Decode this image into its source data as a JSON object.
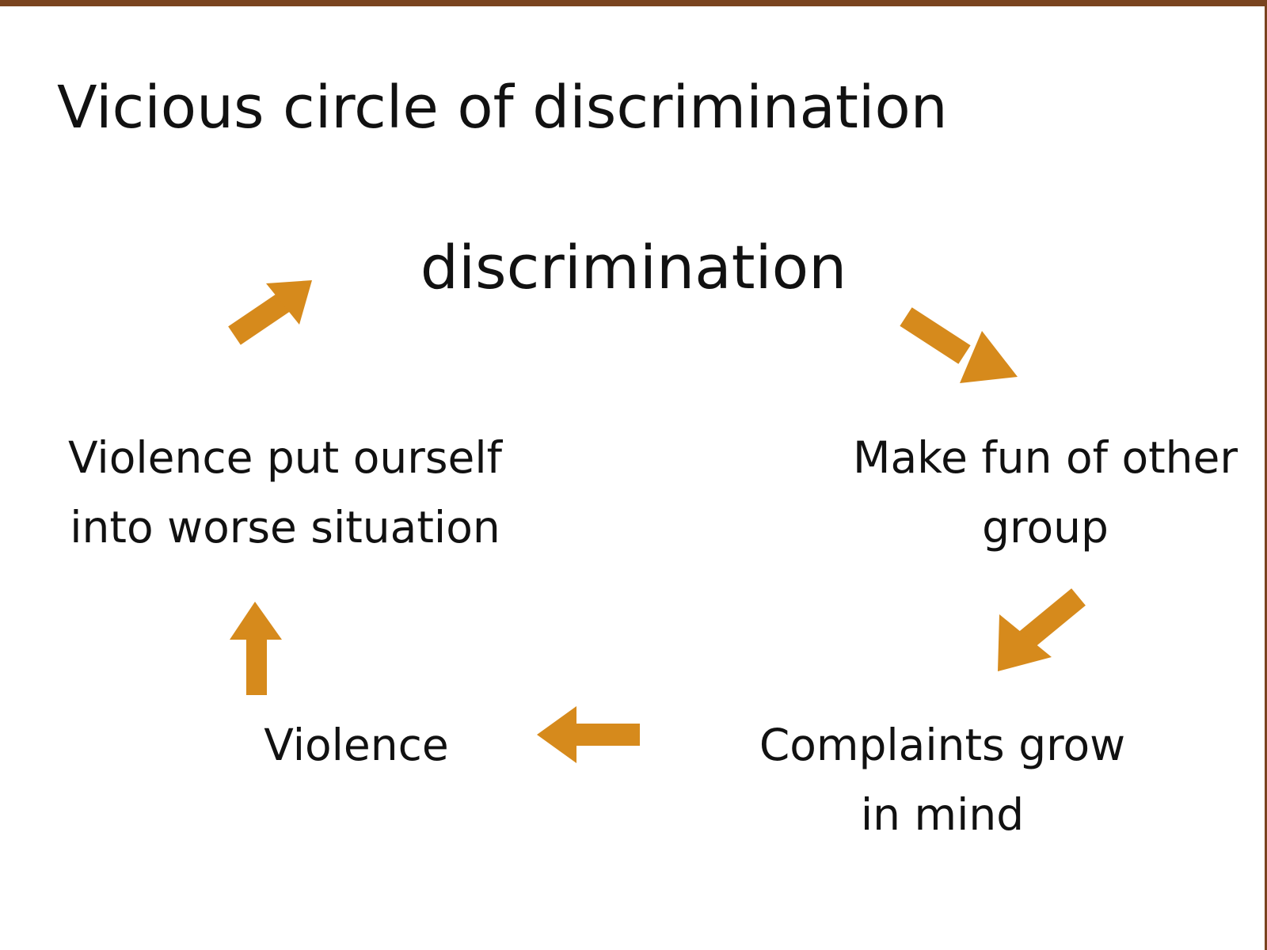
{
  "slide": {
    "title": "Vicious circle of discrimination",
    "accent_color": "#d68a1c",
    "border_color": "#7a4420"
  },
  "cycle": {
    "center": "discrimination",
    "make_fun": [
      "Make fun of other",
      "group"
    ],
    "complaints": [
      "Complaints grow",
      "in mind"
    ],
    "violence": "Violence",
    "worse_situation": [
      "Violence put ourself",
      "into worse situation"
    ]
  },
  "arrows": [
    {
      "from": "discrimination",
      "to": "Make fun of other group",
      "icon": "arrow-down-right-icon"
    },
    {
      "from": "Make fun of other group",
      "to": "Complaints grow in mind",
      "icon": "arrow-down-left-icon"
    },
    {
      "from": "Complaints grow in mind",
      "to": "Violence",
      "icon": "arrow-left-icon"
    },
    {
      "from": "Violence",
      "to": "Violence put ourself into worse situation",
      "icon": "arrow-up-icon"
    },
    {
      "from": "Violence put ourself into worse situation",
      "to": "discrimination",
      "icon": "arrow-up-right-icon"
    }
  ]
}
